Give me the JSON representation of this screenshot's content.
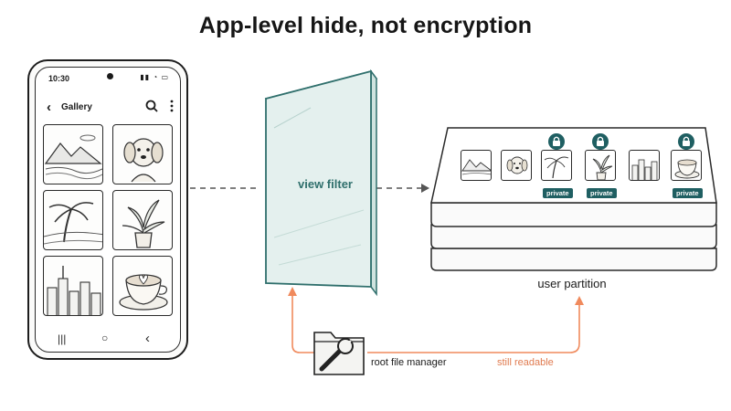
{
  "title": "App-level hide, not encryption",
  "phone": {
    "status_time": "10:30",
    "status_icons": "▮▮ ◔ ▭",
    "back_glyph": "‹",
    "gallery_title": "Gallery",
    "photos": [
      "mountain-landscape",
      "dog-portrait",
      "palm-beach",
      "potted-plant",
      "city-skyline",
      "latte-cup"
    ],
    "nav": [
      "|||",
      "○",
      "‹"
    ]
  },
  "filter": {
    "label": "view filter"
  },
  "partition": {
    "label": "user partition",
    "photos": [
      {
        "icon": "mountain-landscape",
        "private": false
      },
      {
        "icon": "dog-portrait",
        "private": false
      },
      {
        "icon": "palm-beach",
        "private": true
      },
      {
        "icon": "potted-plant",
        "private": true
      },
      {
        "icon": "city-skyline",
        "private": false
      },
      {
        "icon": "latte-cup",
        "private": true
      }
    ],
    "private_label": "private"
  },
  "root_fm": {
    "label": "root file manager"
  },
  "readable": {
    "label": "still readable"
  },
  "colors": {
    "teal": "#1f5f62",
    "filter_text": "#2f6f6c",
    "orange": "#f08a5d",
    "ink": "#1a1a1a"
  }
}
